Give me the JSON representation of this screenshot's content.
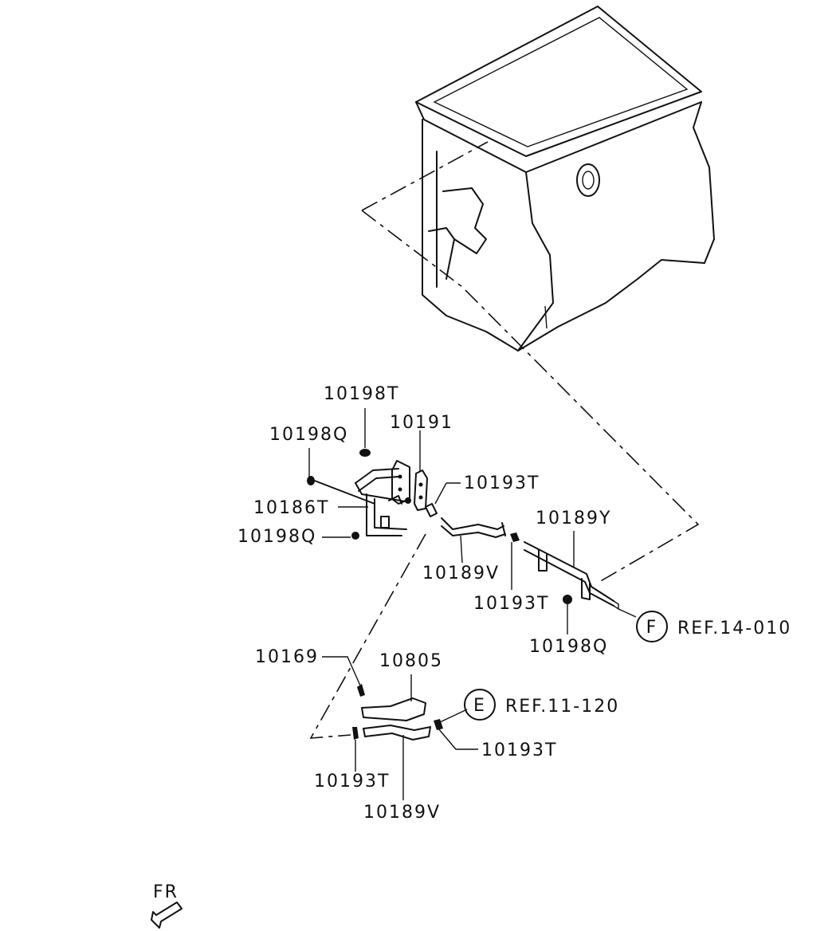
{
  "labels": {
    "p10198t": "10198T",
    "p10191": "10191",
    "p10198q_top": "10198Q",
    "p10193t_top": "10193T",
    "p10186t": "10186T",
    "p10198q_mid": "10198Q",
    "p10189y": "10189Y",
    "p10189v_mid": "10189V",
    "p10193t_mid": "10193T",
    "p10198q_right": "10198Q",
    "p10169": "10169",
    "p10805": "10805",
    "p10193t_low_right": "10193T",
    "p10193t_low_left": "10193T",
    "p10189v_low": "10189V"
  },
  "refs": {
    "f": {
      "letter": "F",
      "text": "REF.14-010"
    },
    "e": {
      "letter": "E",
      "text": "REF.11-120"
    }
  },
  "direction": {
    "text": "FR"
  }
}
